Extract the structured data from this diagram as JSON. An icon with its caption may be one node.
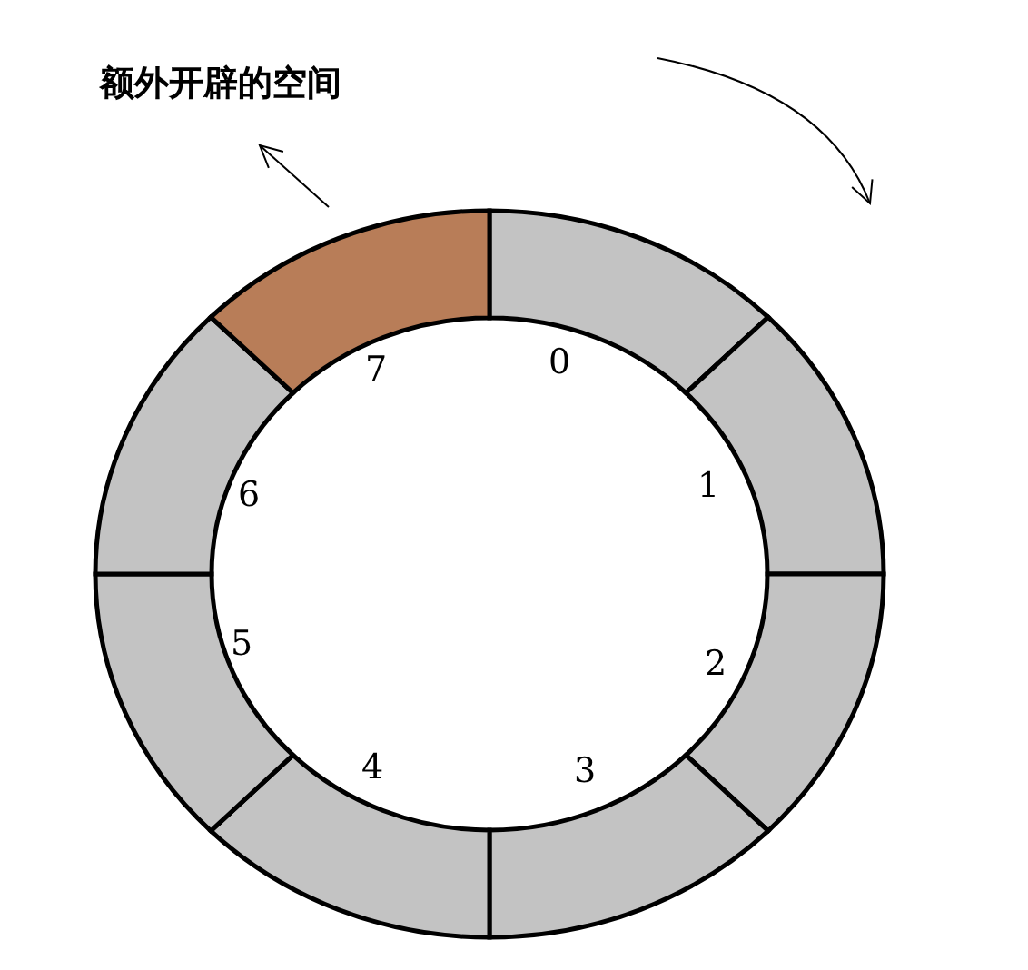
{
  "diagram": {
    "nodes": [
      {
        "text": [
          "额外开辟的空间"
        ]
      },
      {
        "text": [],
        "shape": "segment"
      }
    ],
    "edges": [
      {
        "from": 1,
        "to": 0,
        "arrow": "to"
      }
    ],
    "labels": [
      "0",
      "1",
      "2",
      "3",
      "4",
      "5",
      "6",
      "7"
    ]
  }
}
